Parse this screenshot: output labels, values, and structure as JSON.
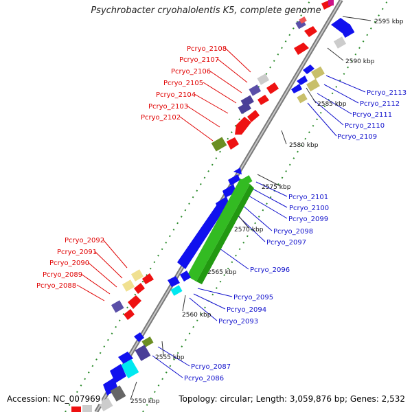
{
  "title": "Psychrobacter cryohalolentis K5, complete genome",
  "footer": {
    "accession": "Accession: NC_007969",
    "summary": "Topology: circular; Length: 3,059,876 bp; Genes: 2,532"
  },
  "ticks": [
    "2595 kbp",
    "2590 kbp",
    "2585 kbp",
    "2580 kbp",
    "2575 kbp",
    "2570 kbp",
    "2565 kbp",
    "2560 kbp",
    "2555 kbp",
    "2550 kbp"
  ],
  "labels_left": [
    "Pcryo_2108",
    "Pcryo_2107",
    "Pcryo_2106",
    "Pcryo_2105",
    "Pcryo_2104",
    "Pcryo_2103",
    "Pcryo_2102",
    "Pcryo_2092",
    "Pcryo_2091",
    "Pcryo_2090",
    "Pcryo_2089",
    "Pcryo_2088"
  ],
  "labels_right": [
    "Pcryo_2113",
    "Pcryo_2112",
    "Pcryo_2111",
    "Pcryo_2110",
    "Pcryo_2109",
    "Pcryo_2101",
    "Pcryo_2100",
    "Pcryo_2099",
    "Pcryo_2098",
    "Pcryo_2097",
    "Pcryo_2096",
    "Pcryo_2095",
    "Pcryo_2094",
    "Pcryo_2093",
    "Pcryo_2087",
    "Pcryo_2086"
  ],
  "colors": {
    "backbone": "#8c8c8c",
    "left_label": "#e00000",
    "right_label": "#1010cc",
    "red_gene": "#ee1111",
    "blue_gene": "#1111ee",
    "green_gene": "#33bb22",
    "olive_gene": "#6b8e23",
    "khaki_gene": "#c8bf6a",
    "yellow_gene": "#f0e090",
    "purple_gene": "#5a4fa8",
    "cyan_gene": "#00e8f0",
    "grey_gene": "#bbbbbb",
    "dot_green": "#2a8a2a"
  }
}
